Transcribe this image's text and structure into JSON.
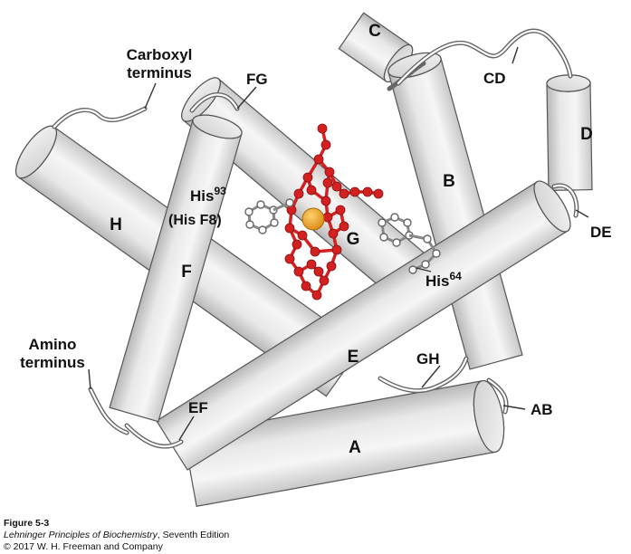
{
  "helices": {
    "a": "A",
    "b": "B",
    "c": "C",
    "d": "D",
    "e": "E",
    "f": "F",
    "g": "G",
    "h": "H"
  },
  "loops": {
    "ab": "AB",
    "cd": "CD",
    "de": "DE",
    "ef": "EF",
    "fg": "FG",
    "gh": "GH"
  },
  "termini": {
    "carboxyl_line1": "Carboxyl",
    "carboxyl_line2": "terminus",
    "amino_line1": "Amino",
    "amino_line2": "terminus"
  },
  "residues": {
    "his93_base": "His",
    "his93_sup": "93",
    "his93_alt": "(His F8)",
    "his64_base": "His",
    "his64_sup": "64"
  },
  "caption": {
    "figure": "Figure 5-3",
    "book_title": "Lehninger Principles of Biochemistry",
    "edition": ", Seventh Edition",
    "copyright": "© 2017 W. H. Freeman and Company"
  },
  "colors": {
    "heme": "#d42020",
    "iron": "#f0a020",
    "cylinder": "#ececec",
    "cylinder_outline": "#555555",
    "side_chain": "#ffffff"
  }
}
